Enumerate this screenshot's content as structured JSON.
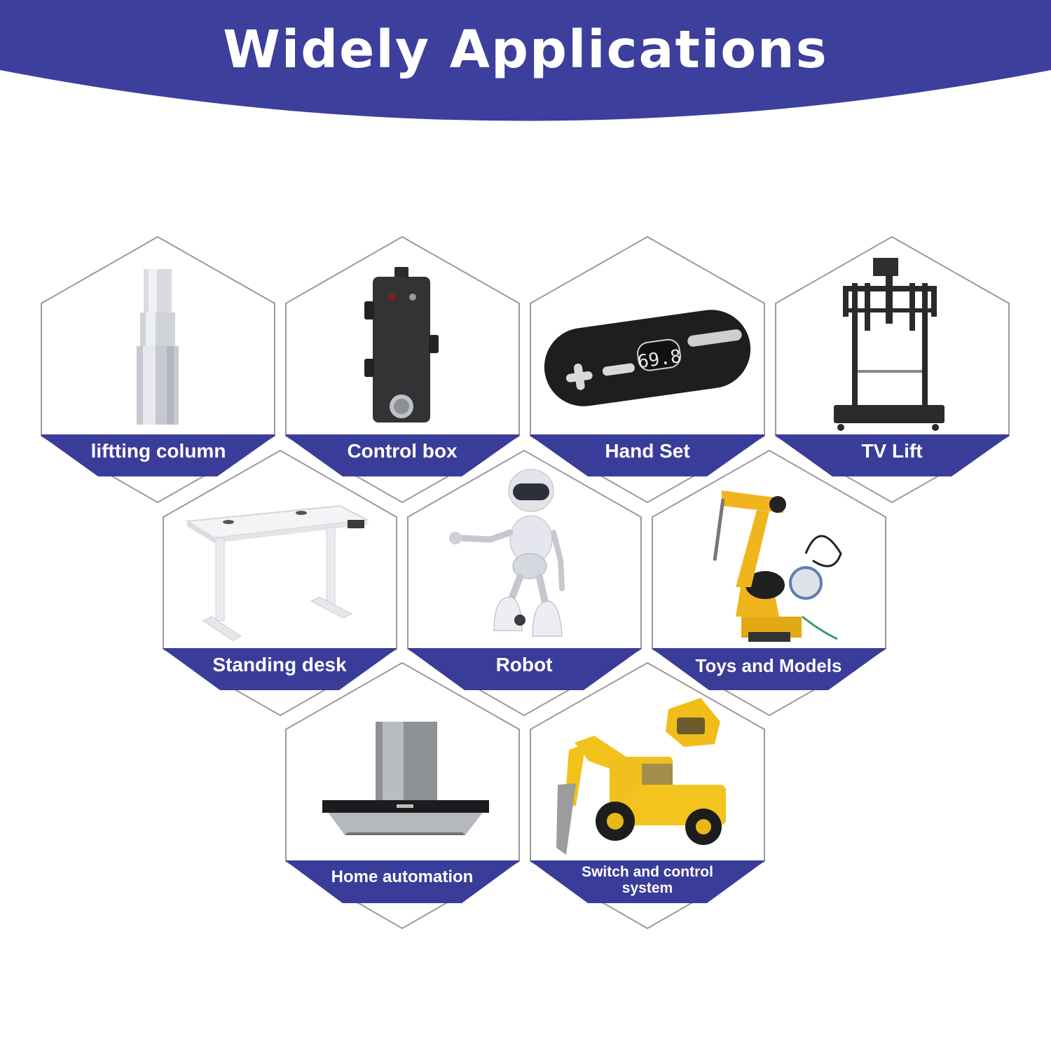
{
  "banner": {
    "title": "Widely Applications",
    "color": "#3c3f9c"
  },
  "theme": {
    "accent": "#3a3c9a",
    "hex_border": "#9a9a9a"
  },
  "handset_display": "69.8",
  "applications": [
    {
      "label": "liftting column",
      "icon": "lifting-column-image"
    },
    {
      "label": "Control box",
      "icon": "control-box-image"
    },
    {
      "label": "Hand Set",
      "icon": "hand-set-image"
    },
    {
      "label": "TV Lift",
      "icon": "tv-lift-image"
    },
    {
      "label": "Standing desk",
      "icon": "standing-desk-image"
    },
    {
      "label": "Robot",
      "icon": "robot-image"
    },
    {
      "label": "Toys and Models",
      "icon": "robot-arm-image"
    },
    {
      "label": "Home automation",
      "icon": "range-hood-image"
    },
    {
      "label": "Switch and control system",
      "icon": "toy-excavator-image"
    }
  ]
}
